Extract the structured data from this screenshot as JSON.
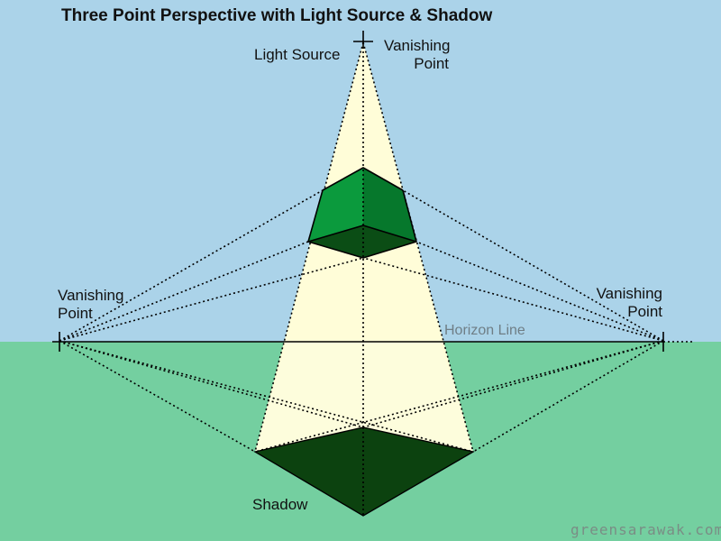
{
  "title": "Three Point Perspective with Light Source & Shadow",
  "labels": {
    "light_source": "Light Source",
    "vanishing_point_top": [
      "Vanishing",
      "Point"
    ],
    "vanishing_point_left": [
      "Vanishing",
      "Point"
    ],
    "vanishing_point_right": [
      "Vanishing",
      "Point"
    ],
    "horizon_line": "Horizon Line",
    "shadow": "Shadow"
  },
  "credit": "greensarawak.com",
  "colors": {
    "sky": "#abd3e9",
    "ground": "#74cfa0",
    "light_cone": "#fffdd8",
    "cube_left_face": "#0b9a3d",
    "cube_right_face": "#06782c",
    "cube_bottom": "#0b4d15",
    "shadow": "#0c420f",
    "lines": "#000000"
  }
}
